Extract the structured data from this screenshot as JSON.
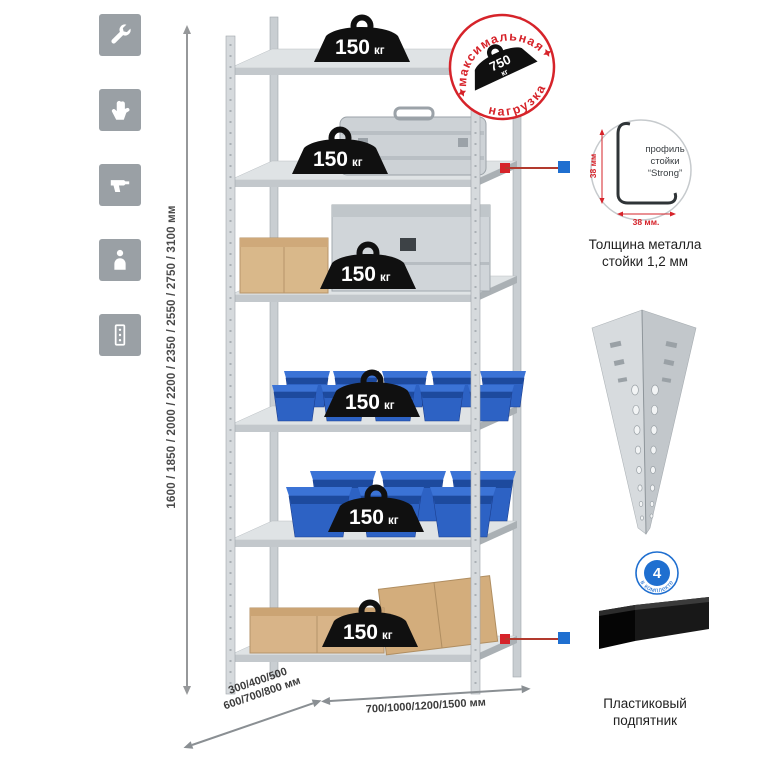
{
  "sidebar": {
    "icons": [
      {
        "name": "wrench"
      },
      {
        "name": "gloves"
      },
      {
        "name": "drill"
      },
      {
        "name": "person"
      },
      {
        "name": "rack"
      }
    ]
  },
  "dimensions": {
    "height": "1600 / 1850 / 2000 / 2200 / 2350 / 2550 / 2750 / 3100 мм",
    "depth_line1": "300/400/500",
    "depth_line2": "600/700/800 мм",
    "width": "700/1000/1200/1500 мм"
  },
  "shelves": [
    {
      "load": "150",
      "unit": "кг"
    },
    {
      "load": "150",
      "unit": "кг"
    },
    {
      "load": "150",
      "unit": "кг"
    },
    {
      "load": "150",
      "unit": "кг"
    },
    {
      "load": "150",
      "unit": "кг"
    },
    {
      "load": "150",
      "unit": "кг"
    }
  ],
  "stamp": {
    "arc_top": "максимальная",
    "arc_bottom": "нагрузка",
    "value": "750",
    "unit": "кг"
  },
  "profile": {
    "line1": "профиль",
    "line2": "стойки",
    "line3": "“Strong”",
    "dim_vertical": "38 мм",
    "dim_horizontal": "38 мм.",
    "caption_line1": "Толщина металла",
    "caption_line2": "стойки 1,2 мм"
  },
  "foot": {
    "badge_value": "4",
    "badge_arc": "в комплекте",
    "caption_line1": "Пластиковый",
    "caption_line2": "подпятник"
  },
  "colors": {
    "stamp_red": "#d6232a",
    "accent_blue": "#1f6fd0",
    "bin_blue": "#2d62c4",
    "metal_gray": "#d2d6d9"
  }
}
